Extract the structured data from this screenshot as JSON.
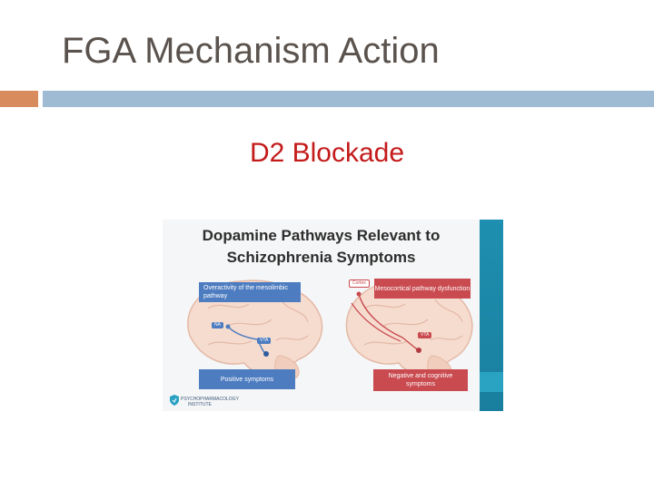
{
  "slide": {
    "title": "FGA Mechanism Action",
    "subtitle": "D2 Blockade"
  },
  "figure": {
    "title_line1": "Dopamine Pathways Relevant to",
    "title_line2": "Schizophrenia Symptoms",
    "left_brain": {
      "top_box": "Overactivity of the mesolimbic pathway",
      "label_na": "NA",
      "label_vta": "VTA",
      "bottom_box": "Positive symptoms"
    },
    "right_brain": {
      "label_cortex": "Cortex",
      "top_box": "Mesocortical pathway dysfunction",
      "label_vta": "VTA",
      "bottom_box": "Negative and cognitive symptoms"
    },
    "logo_line1": "PSYCHOPHARMACOLOGY",
    "logo_line2": "INSTITUTE"
  },
  "colors": {
    "title_text": "#5a524d",
    "subtitle_text": "#c41a1a",
    "accent_bar": "#d88b5d",
    "rule_bar": "#9fbad3",
    "box_blue": "#4d7cc0",
    "box_red": "#c94a4f",
    "sidebar": "#1e8fb0"
  }
}
